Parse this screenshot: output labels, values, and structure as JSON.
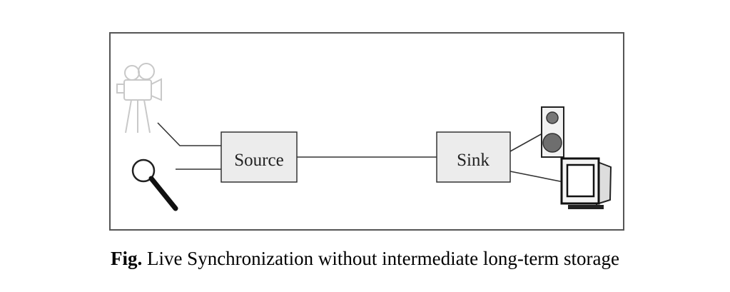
{
  "diagram": {
    "nodes": {
      "source": "Source",
      "sink": "Sink"
    },
    "icons": [
      "video-camera-icon",
      "magnifier-icon",
      "loudspeaker-icon",
      "monitor-icon"
    ],
    "colors": {
      "frame": "#555555",
      "box_fill": "#ececec",
      "line": "#333333",
      "camera_faded": "#c8c8c8"
    }
  },
  "caption": {
    "prefix": "Fig.",
    "text": "Live Synchronization without intermediate long-term storage"
  }
}
